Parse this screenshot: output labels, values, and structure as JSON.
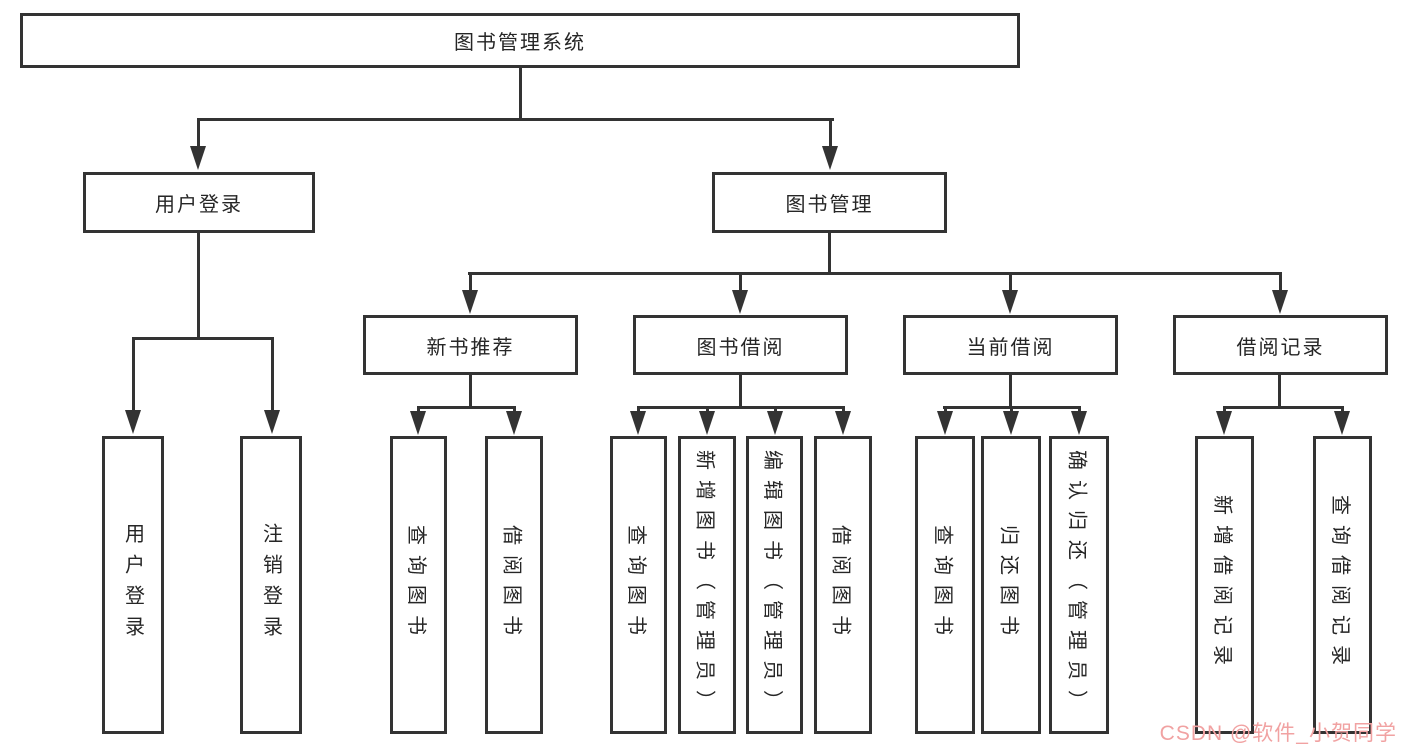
{
  "diagram_type": "functional-structure-tree",
  "colors": {
    "line": "#333333",
    "box_border": "#333333",
    "text": "#262626",
    "background": "#ffffff",
    "watermark": "#f1a2a2"
  },
  "tree": {
    "root": {
      "label": "图书管理系统"
    },
    "children": [
      {
        "label": "用户登录",
        "children": [
          {
            "label": "用户登录"
          },
          {
            "label": "注销登录"
          }
        ]
      },
      {
        "label": "图书管理",
        "children": [
          {
            "label": "新书推荐",
            "children": [
              {
                "label": "查询图书"
              },
              {
                "label": "借阅图书"
              }
            ]
          },
          {
            "label": "图书借阅",
            "children": [
              {
                "label": "查询图书"
              },
              {
                "label": "新增图书（管理员）"
              },
              {
                "label": "编辑图书（管理员）"
              },
              {
                "label": "借阅图书"
              }
            ]
          },
          {
            "label": "当前借阅",
            "children": [
              {
                "label": "查询图书"
              },
              {
                "label": "归还图书"
              },
              {
                "label": "确认归还（管理员）"
              }
            ]
          },
          {
            "label": "借阅记录",
            "children": [
              {
                "label": "新增借阅记录"
              },
              {
                "label": "查询借阅记录"
              }
            ]
          }
        ]
      }
    ]
  },
  "watermark": {
    "text": "CSDN @软件_小贺同学"
  }
}
